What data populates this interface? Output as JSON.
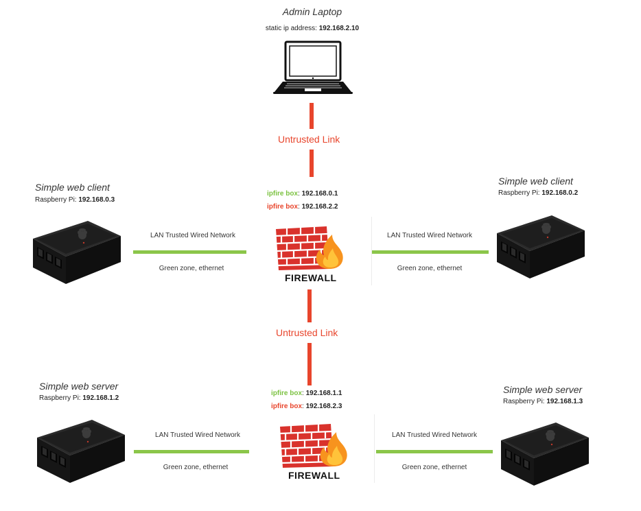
{
  "laptop": {
    "title": "Admin Laptop",
    "ip_label": "static ip address:",
    "ip_value": "192.168.2.10"
  },
  "links": {
    "top_label": "Untrusted Link",
    "bottom_label": "Untrusted Link"
  },
  "firewall_top": {
    "label": "FIREWALL",
    "ip1_label": "ipfire box",
    "ip1_value": "192.168.0.1",
    "ip2_label": "ipfire box",
    "ip2_value": "192.168.2.2",
    "ip1_color": "#7cc242",
    "ip2_color": "#e8452c"
  },
  "firewall_bottom": {
    "label": "FIREWALL",
    "ip1_label": "ipfire box",
    "ip1_value": "192.168.1.1",
    "ip2_label": "ipfire box",
    "ip2_value": "192.168.2.3"
  },
  "nodes": {
    "client_left": {
      "title": "Simple web client",
      "ip_label": "Raspberry Pi:",
      "ip_value": "192.168.0.3"
    },
    "client_right": {
      "title": "Simple web client",
      "ip_label": "Raspberry Pi:",
      "ip_value": "192.168.0.2"
    },
    "server_left": {
      "title": "Simple web server",
      "ip_label": "Raspberry Pi:",
      "ip_value": "192.168.1.2"
    },
    "server_right": {
      "title": "Simple web server",
      "ip_label": "Raspberry Pi:",
      "ip_value": "192.168.1.3"
    }
  },
  "lan": {
    "top_left": {
      "name": "LAN Trusted Wired Network",
      "zone": "Green zone, ethernet"
    },
    "top_right": {
      "name": "LAN Trusted Wired Network",
      "zone": "Green zone, ethernet"
    },
    "bottom_left": {
      "name": "LAN Trusted Wired Network",
      "zone": "Green zone, ethernet"
    },
    "bottom_right": {
      "name": "LAN Trusted Wired Network",
      "zone": "Green zone, ethernet"
    }
  },
  "colors": {
    "trusted_link": "#8bc64a",
    "untrusted_link": "#e8452c",
    "brick": "#d9322c",
    "flame": "#f7931e"
  },
  "icons": {
    "laptop": "laptop-icon",
    "firewall": "firewall-icon",
    "device": "raspberry-pi-case-icon"
  }
}
